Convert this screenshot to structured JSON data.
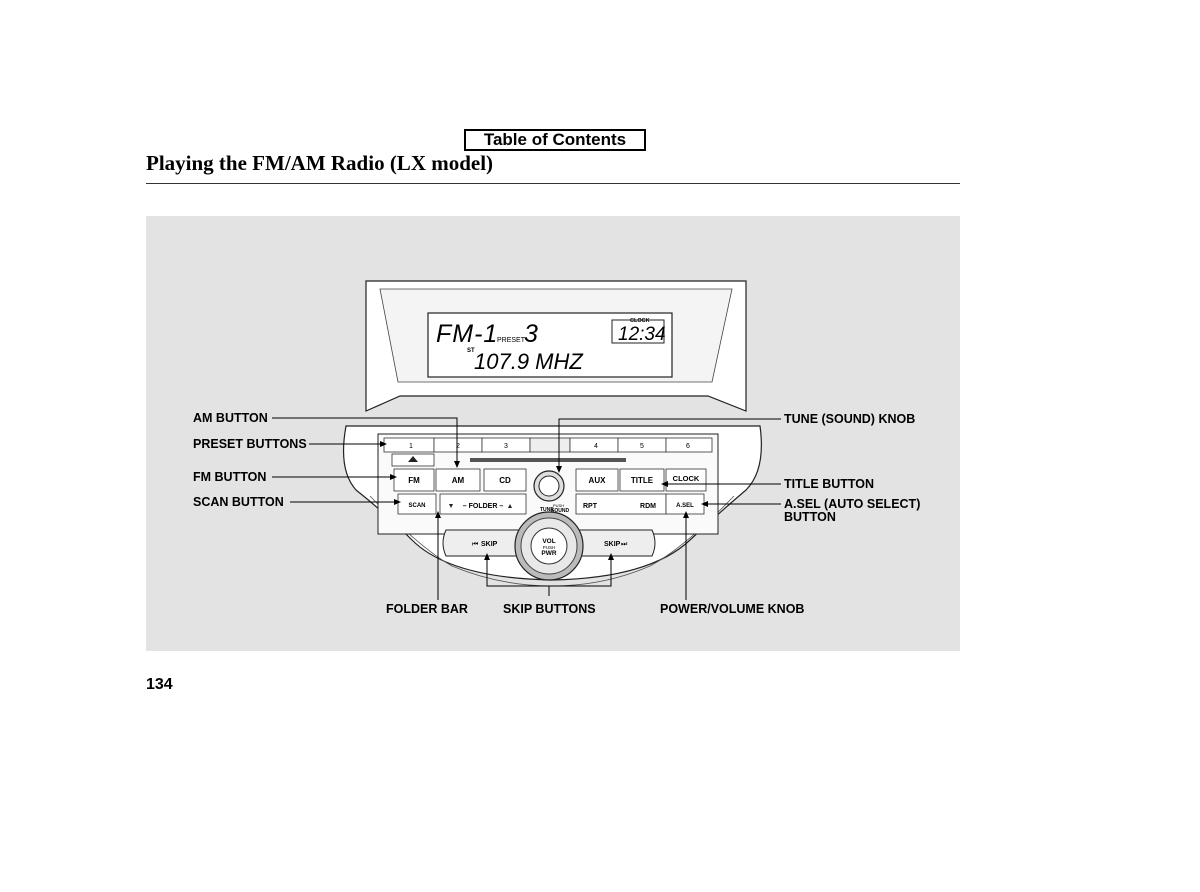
{
  "toc_label": "Table of Contents",
  "page_title": "Playing the FM/AM Radio (LX model)",
  "page_number": "134",
  "display": {
    "band": "FM-1",
    "preset_label": "PRESET",
    "preset_number": "3",
    "stereo": "ST",
    "frequency": "107.9 MHZ",
    "clock_label": "CLOCK",
    "time": "12:34"
  },
  "buttons": {
    "presets": [
      "1",
      "2",
      "3",
      "4",
      "5",
      "6"
    ],
    "fm": "FM",
    "am": "AM",
    "cd": "CD",
    "aux": "AUX",
    "title": "TITLE",
    "clock": "CLOCK",
    "scan": "SCAN",
    "folder": "– FOLDER –",
    "rpt": "RPT",
    "rdm": "RDM",
    "asel": "A.SEL",
    "skip_left": "SKIP",
    "skip_right": "SKIP",
    "tune": "TUNE",
    "push": "PUSH",
    "sound": "SOUND",
    "vol": "VOL",
    "vol_push": "PUSH",
    "pwr": "PWR"
  },
  "callouts": {
    "am_button": "AM BUTTON",
    "preset_buttons": "PRESET BUTTONS",
    "fm_button": "FM BUTTON",
    "scan_button": "SCAN BUTTON",
    "tune_knob": "TUNE (SOUND) KNOB",
    "title_button": "TITLE BUTTON",
    "asel_line1": "A.SEL (AUTO SELECT)",
    "asel_line2": "BUTTON",
    "folder_bar": "FOLDER BAR",
    "skip_buttons": "SKIP BUTTONS",
    "power_knob": "POWER/VOLUME KNOB"
  }
}
